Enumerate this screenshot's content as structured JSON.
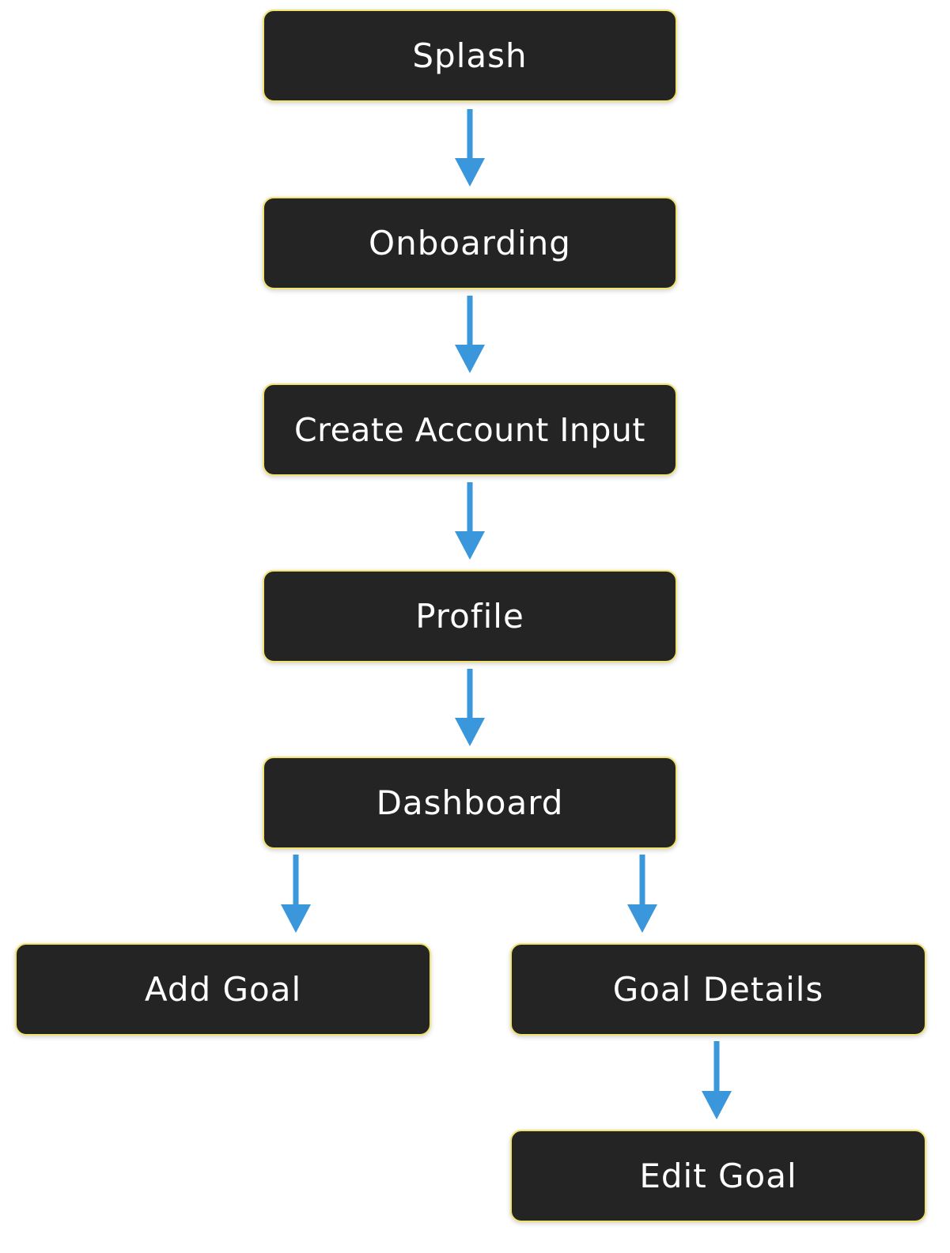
{
  "nodes": {
    "splash": "Splash",
    "onboarding": "Onboarding",
    "create_account_input": "Create Account Input",
    "profile": "Profile",
    "dashboard": "Dashboard",
    "add_goal": "Add Goal",
    "goal_details": "Goal Details",
    "edit_goal": "Edit Goal"
  },
  "edges": [
    {
      "from": "splash",
      "to": "onboarding"
    },
    {
      "from": "onboarding",
      "to": "create_account_input"
    },
    {
      "from": "create_account_input",
      "to": "profile"
    },
    {
      "from": "profile",
      "to": "dashboard"
    },
    {
      "from": "dashboard",
      "to": "add_goal"
    },
    {
      "from": "dashboard",
      "to": "goal_details"
    },
    {
      "from": "goal_details",
      "to": "edit_goal"
    }
  ],
  "colors": {
    "node_fill": "#242424",
    "node_border": "#f2e36e",
    "node_text": "#ffffff",
    "arrow": "#3b97dc",
    "background": "#ffffff"
  }
}
